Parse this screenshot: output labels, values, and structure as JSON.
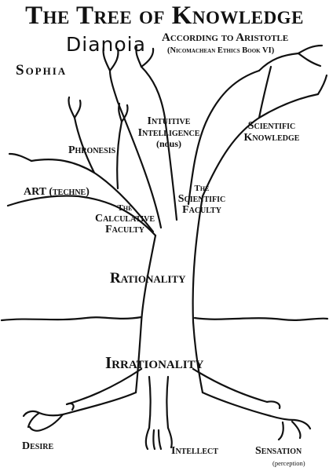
{
  "title": "The Tree of Knowledge",
  "dianoia": "Dianoia",
  "subtitle": {
    "line1": "According to Aristotle",
    "line2": "(Nicomachean Ethics Book VI)"
  },
  "labels": {
    "sophia": "Sophia",
    "intuitive_line1": "Intuitive",
    "intuitive_line2": "Intelligence",
    "intuitive_line3": "(nous)",
    "scientific_knowledge_line1": "Scientific",
    "scientific_knowledge_line2": "Knowledge",
    "phronesis": "Phronesis",
    "art": "ART (techne)",
    "scientific_faculty_line1": "The",
    "scientific_faculty_line2": "Scientific",
    "scientific_faculty_line3": "Faculty",
    "calculative_line1": "The",
    "calculative_line2": "Calculative",
    "calculative_line3": "Faculty",
    "rationality": "Rationality",
    "irrationality": "Irrationality",
    "desire": "Desire",
    "intellect": "Intellect",
    "sensation": "Sensation",
    "perception": "(perception)"
  },
  "colors": {
    "ink": "#111111",
    "background": "#ffffff"
  }
}
